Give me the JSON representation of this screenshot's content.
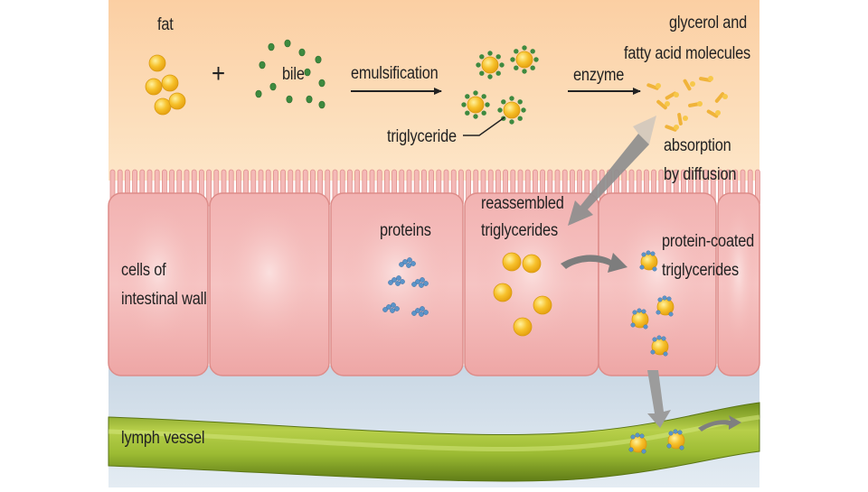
{
  "labels": {
    "fat": "fat",
    "plus": "+",
    "bile": "bile",
    "emulsification": "emulsification",
    "triglyceride": "triglyceride",
    "enzyme": "enzyme",
    "glycerol_line1": "glycerol and",
    "glycerol_line2": "fatty acid molecules",
    "absorption_line1": "absorption",
    "absorption_line2": "by diffusion",
    "reassembled_line1": "reassembled",
    "reassembled_line2": "triglycerides",
    "proteins": "proteins",
    "protein_coated_line1": "protein-coated",
    "protein_coated_line2": "triglycerides",
    "cells_line1": "cells of",
    "cells_line2": "intestinal wall",
    "lymph_vessel": "lymph vessel"
  },
  "colors": {
    "lumen_top": "#fbd2a8",
    "lumen_bottom": "#fde5c6",
    "cell_fill": "#f3b6b4",
    "cell_edge": "#e39592",
    "fat_globule": "#f7c12b",
    "bile_dot": "#3e8a3f",
    "protein": "#5b94c9",
    "lymph_vessel": "#8fae2c",
    "fluid": "#dce6ef",
    "arrow_gray": "#8a8a8a"
  }
}
